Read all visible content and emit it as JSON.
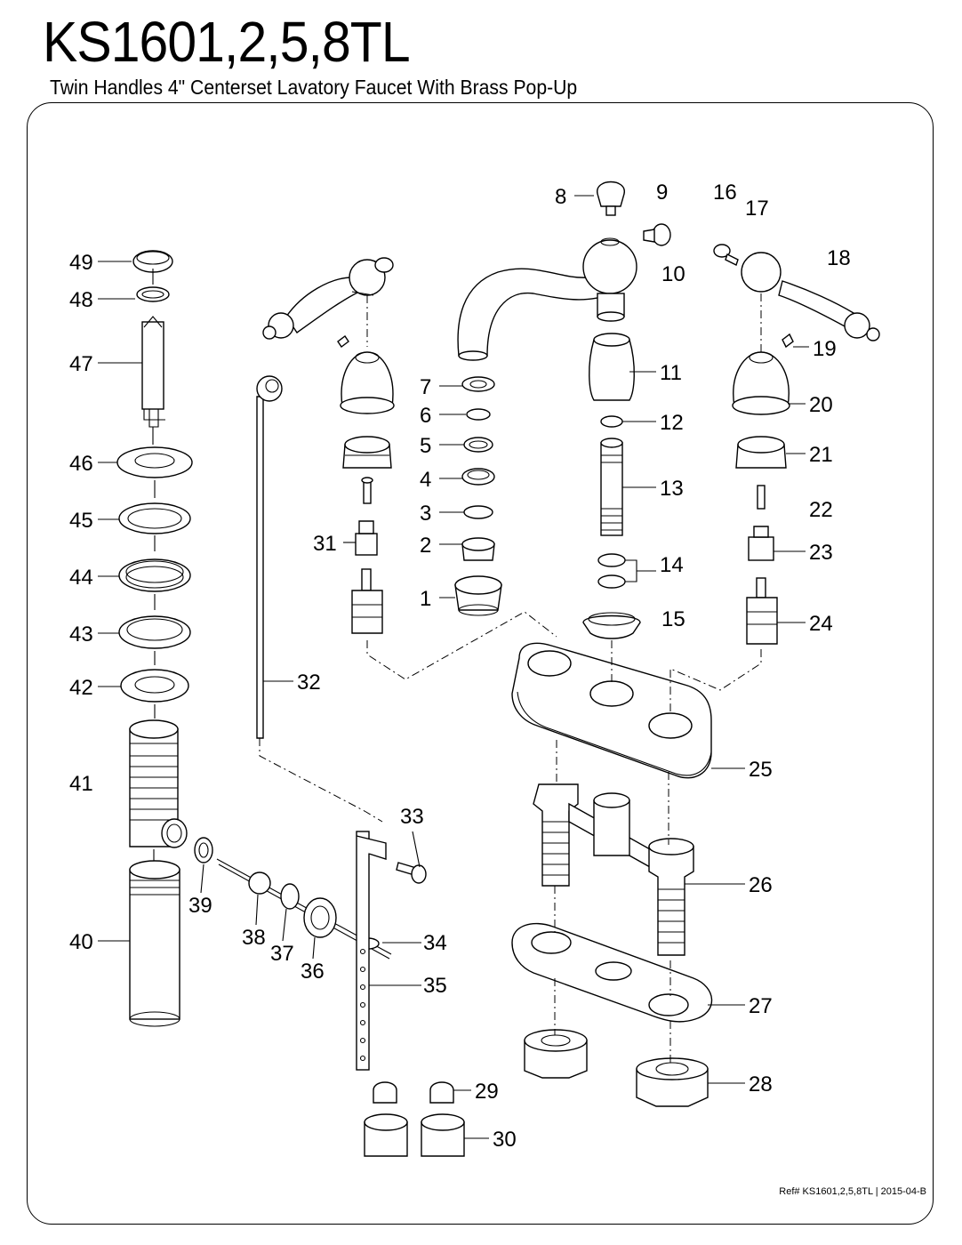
{
  "header": {
    "title": "KS1601,2,5,8TL",
    "subtitle": "Twin Handles 4\" Centerset Lavatory Faucet With Brass Pop-Up"
  },
  "footer": {
    "reference": "Ref# KS1601,2,5,8TL | 2015-04-B"
  },
  "parts": [
    "1",
    "2",
    "3",
    "4",
    "5",
    "6",
    "7",
    "8",
    "9",
    "10",
    "11",
    "12",
    "13",
    "14",
    "15",
    "16",
    "17",
    "18",
    "19",
    "20",
    "21",
    "22",
    "23",
    "24",
    "25",
    "26",
    "27",
    "28",
    "29",
    "30",
    "31",
    "32",
    "33",
    "34",
    "35",
    "36",
    "37",
    "38",
    "39",
    "40",
    "41",
    "42",
    "43",
    "44",
    "45",
    "46",
    "47",
    "48",
    "49"
  ]
}
